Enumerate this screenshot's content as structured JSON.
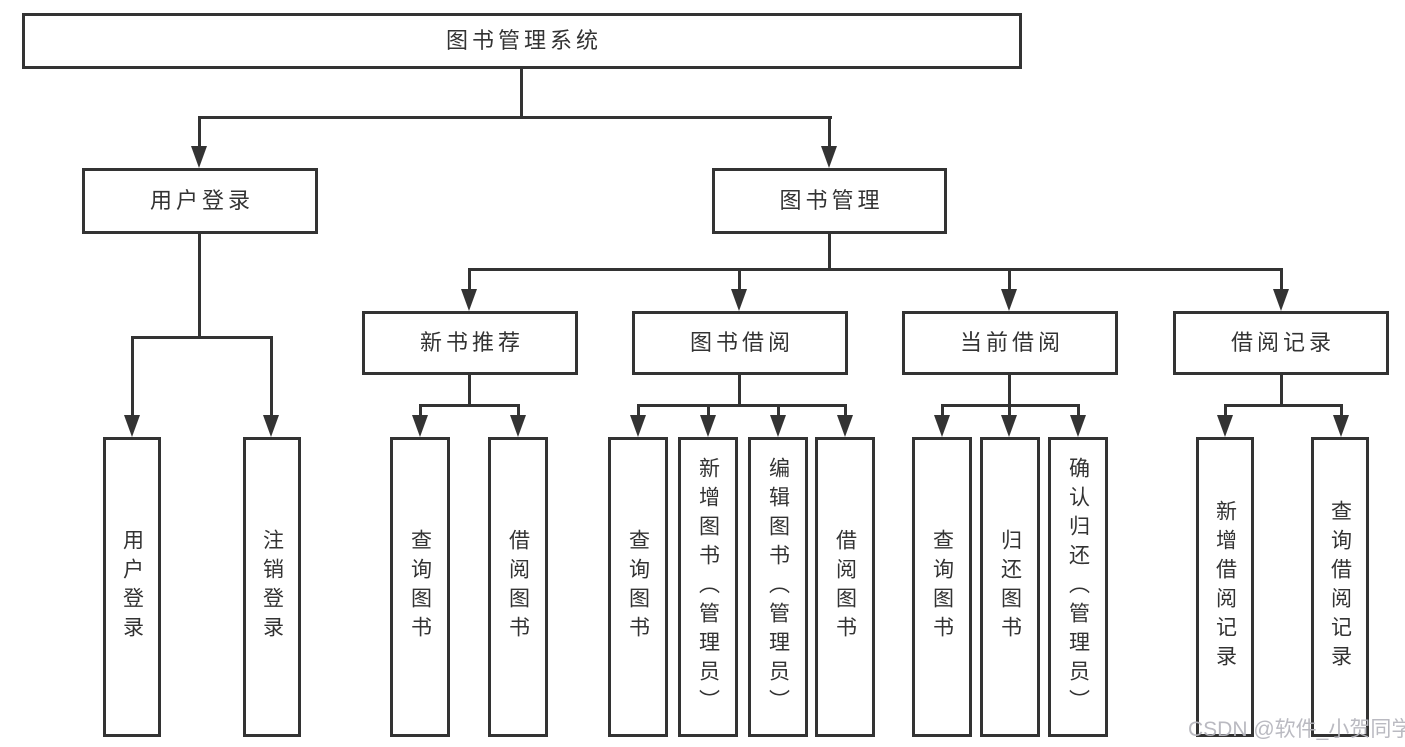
{
  "diagram": {
    "root": {
      "label": "图书管理系统"
    },
    "branches": {
      "user_login": {
        "label": "用户登录",
        "children": [
          "用户登录",
          "注销登录"
        ]
      },
      "book_management": {
        "label": "图书管理",
        "sections": {
          "new_book": {
            "label": "新书推荐",
            "children": [
              "查询图书",
              "借阅图书"
            ]
          },
          "book_borrow": {
            "label": "图书借阅",
            "children": [
              "查询图书",
              "新增图书（管理员）",
              "编辑图书（管理员）",
              "借阅图书"
            ]
          },
          "current_borrow": {
            "label": "当前借阅",
            "children": [
              "查询图书",
              "归还图书",
              "确认归还（管理员）"
            ]
          },
          "borrow_record": {
            "label": "借阅记录",
            "children": [
              "新增借阅记录",
              "查询借阅记录"
            ]
          }
        }
      }
    }
  },
  "watermark": {
    "text": "CSDN @软件_小贺同学"
  },
  "colors": {
    "line": "#333333",
    "text": "#333333",
    "watermark": "#b6b6be",
    "background": "#ffffff"
  }
}
